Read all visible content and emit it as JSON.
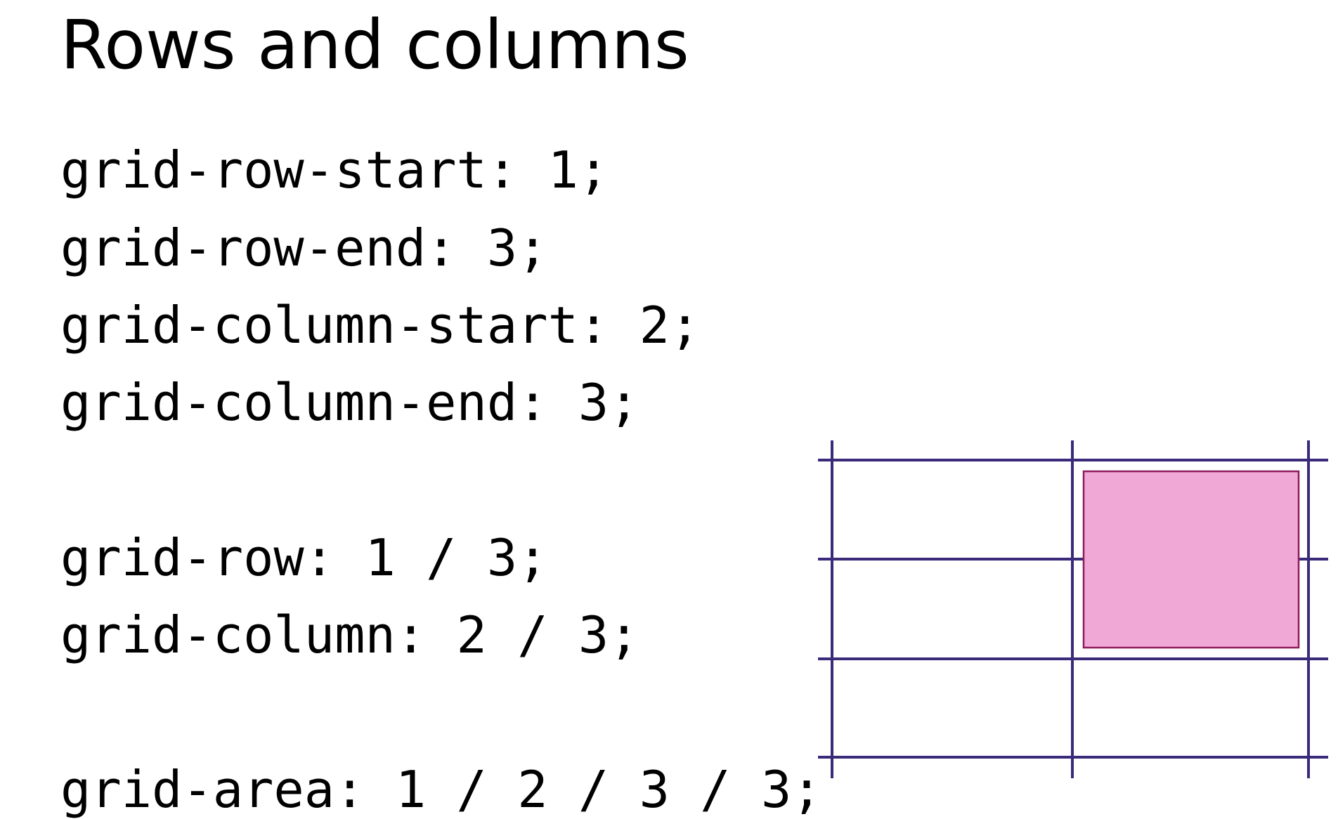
{
  "slide": {
    "title": "Rows and columns",
    "code": {
      "longhand": [
        "grid-row-start: 1;",
        "grid-row-end: 3;",
        "grid-column-start: 2;",
        "grid-column-end: 3;"
      ],
      "shorthand": [
        "grid-row: 1 / 3;",
        "grid-column: 2 / 3;"
      ],
      "area": "grid-area: 1 / 2 / 3 / 3;"
    }
  },
  "diagram": {
    "grid_rows": 3,
    "grid_columns": 2,
    "highlighted_item": {
      "row_start": 1,
      "row_end": 3,
      "column_start": 2,
      "column_end": 3
    },
    "colors": {
      "grid_line": "#3b2a7a",
      "item_fill": "#f0a8d6",
      "item_border": "#8c1c5c",
      "background": "#ffffff"
    }
  }
}
